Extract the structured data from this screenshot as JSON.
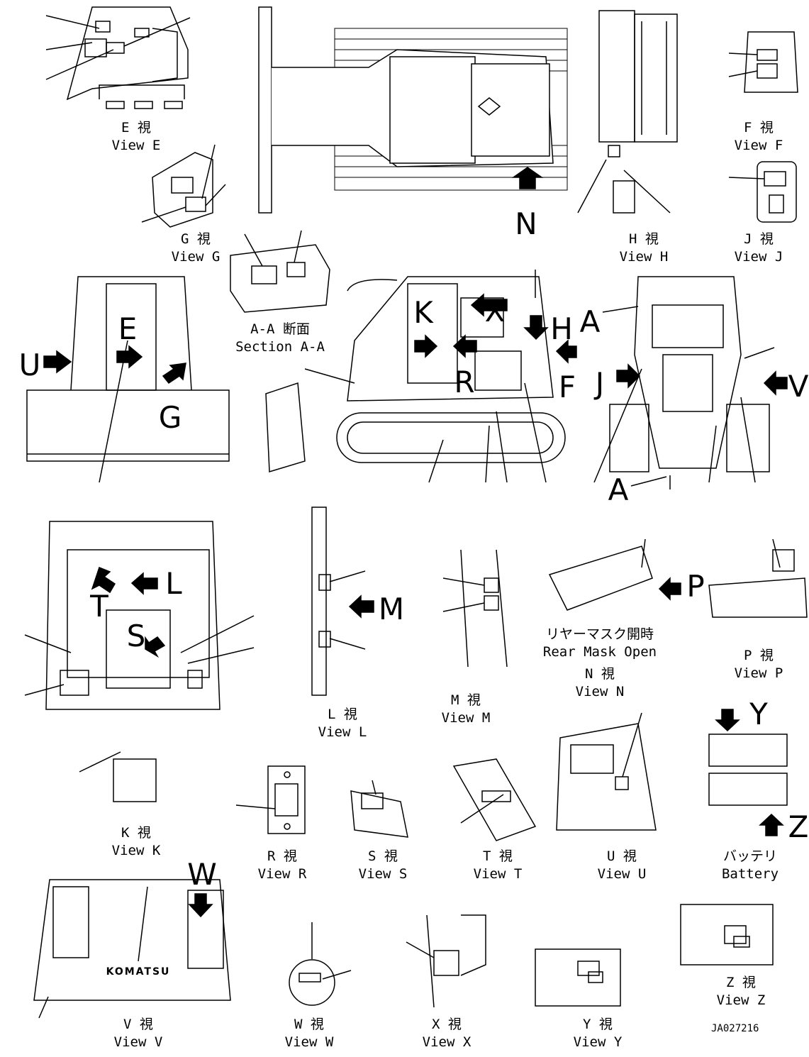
{
  "views": {
    "E": {
      "jp": "E 視",
      "en": "View E"
    },
    "F": {
      "jp": "F 視",
      "en": "View F"
    },
    "G": {
      "jp": "G 視",
      "en": "View G"
    },
    "H": {
      "jp": "H 視",
      "en": "View H"
    },
    "J": {
      "jp": "J 視",
      "en": "View J"
    },
    "AA": {
      "jp": "A-A 断面",
      "en": "Section A-A"
    },
    "N": {
      "jp": "N 視",
      "en": "View N"
    },
    "rear_mask": {
      "jp": "リヤーマスク開時",
      "en": "Rear Mask Open"
    },
    "P": {
      "jp": "P 視",
      "en": "View P"
    },
    "L": {
      "jp": "L 視",
      "en": "View L"
    },
    "M": {
      "jp": "M 視",
      "en": "View M"
    },
    "K": {
      "jp": "K 視",
      "en": "View K"
    },
    "R": {
      "jp": "R 視",
      "en": "View R"
    },
    "S": {
      "jp": "S 視",
      "en": "View S"
    },
    "T": {
      "jp": "T 視",
      "en": "View T"
    },
    "U": {
      "jp": "U 視",
      "en": "View U"
    },
    "battery": {
      "jp": "バッテリ",
      "en": "Battery"
    },
    "V": {
      "jp": "V 視",
      "en": "View V"
    },
    "W": {
      "jp": "W 視",
      "en": "View W"
    },
    "X": {
      "jp": "X 視",
      "en": "View X"
    },
    "Y": {
      "jp": "Y 視",
      "en": "View Y"
    },
    "Z": {
      "jp": "Z 視",
      "en": "View Z"
    }
  },
  "markers": {
    "N": "N",
    "U": "U",
    "E": "E",
    "G": "G",
    "K": "K",
    "X": "X",
    "H": "H",
    "R": "R",
    "F": "F",
    "A_top": "A",
    "A_bottom": "A",
    "J": "J",
    "V": "V",
    "L": "L",
    "T": "T",
    "S": "S",
    "M": "M",
    "P": "P",
    "W": "W",
    "Y": "Y",
    "Z": "Z"
  },
  "brand": "KOMATSU",
  "drawing_code": "JA027216"
}
